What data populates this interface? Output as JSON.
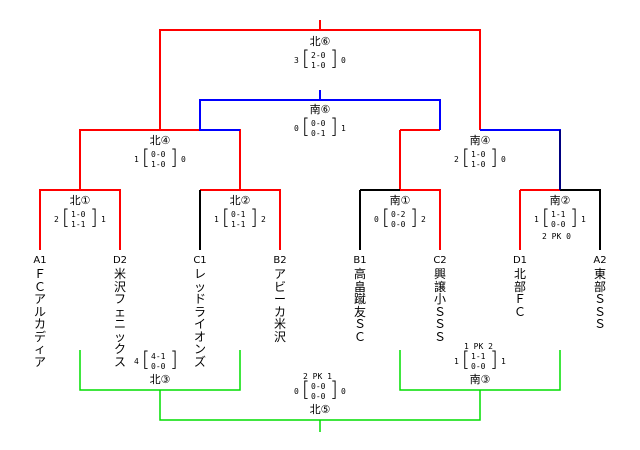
{
  "colors": {
    "kita": "#ff0000",
    "minami": "#0000ff",
    "lower": "#00dd00"
  },
  "teams": [
    {
      "code": "A1",
      "name": "ＦＣアルカディア"
    },
    {
      "code": "D2",
      "name": "米沢フェニックス"
    },
    {
      "code": "C1",
      "name": "レッドライオンズ"
    },
    {
      "code": "B2",
      "name": "アビーカ米沢"
    },
    {
      "code": "B1",
      "name": "高畠蹴友ＳＣ"
    },
    {
      "code": "C2",
      "name": "興譲小ＳＳＳ"
    },
    {
      "code": "D1",
      "name": "北部ＦＣ"
    },
    {
      "code": "A2",
      "name": "東部ＳＳＳ"
    }
  ],
  "matches": {
    "kita1": {
      "title": "北①",
      "left_total": "2",
      "right_total": "1",
      "half1": "1-0",
      "half2": "1-1"
    },
    "kita2": {
      "title": "北②",
      "left_total": "1",
      "right_total": "2",
      "half1": "0-1",
      "half2": "1-1"
    },
    "minami1": {
      "title": "南①",
      "left_total": "0",
      "right_total": "2",
      "half1": "0-2",
      "half2": "0-0"
    },
    "minami2": {
      "title": "南②",
      "left_total": "1",
      "right_total": "1",
      "half1": "1-1",
      "half2": "0-0",
      "pk": "2 PK 0"
    },
    "kita4": {
      "title": "北④",
      "left_total": "1",
      "right_total": "0",
      "half1": "0-0",
      "half2": "1-0"
    },
    "minami4": {
      "title": "南④",
      "left_total": "2",
      "right_total": "0",
      "half1": "1-0",
      "half2": "1-0"
    },
    "kita6": {
      "title": "北⑥",
      "left_total": "3",
      "right_total": "0",
      "half1": "2-0",
      "half2": "1-0"
    },
    "minami6": {
      "title": "南⑥",
      "left_total": "0",
      "right_total": "1",
      "half1": "0-0",
      "half2": "0-1"
    },
    "kita3": {
      "title": "北③",
      "left_total": "4",
      "right_total": "",
      "half1": "4-1",
      "half2": "0-0"
    },
    "minami3": {
      "title": "南③",
      "left_total": "1",
      "right_total": "1",
      "half1": "1-1",
      "half2": "0-0",
      "pk": "1 PK 2"
    },
    "kita5": {
      "title": "北⑤",
      "left_total": "0",
      "right_total": "0",
      "half1": "0-0",
      "half2": "0-0",
      "pk": "2 PK 1"
    }
  }
}
